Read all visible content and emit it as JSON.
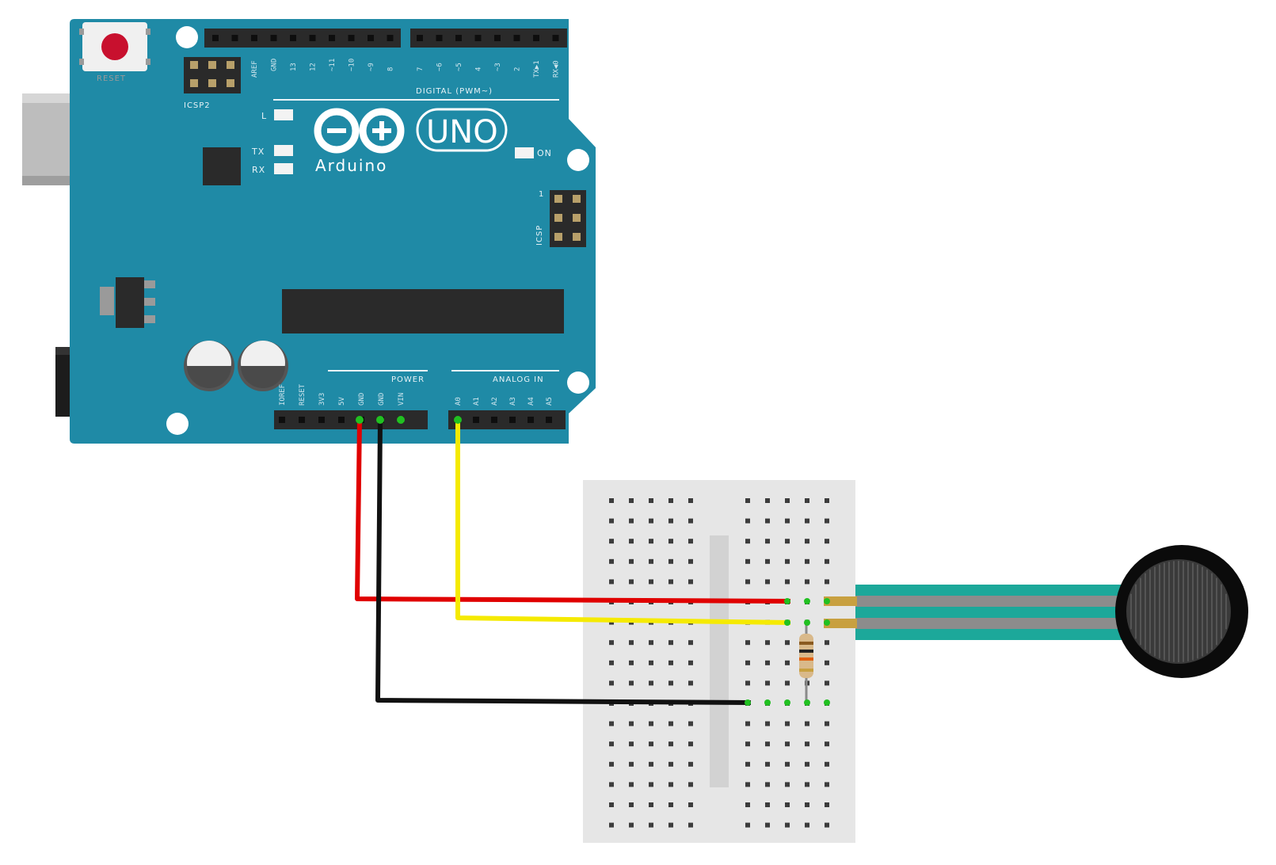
{
  "board": {
    "logo": "Arduino",
    "model": "UNO",
    "reset_label": "RESET",
    "icsp2_label": "ICSP2",
    "icsp_label": "ICSP",
    "icsp_pin1": "1",
    "led_l": "L",
    "led_tx": "TX",
    "led_rx": "RX",
    "led_on": "ON",
    "digital_header": "DIGITAL (PWM~)",
    "power_header": "POWER",
    "analog_header": "ANALOG IN",
    "digital_pins": [
      "AREF",
      "GND",
      "13",
      "12",
      "~11",
      "~10",
      "~9",
      "8",
      "7",
      "~6",
      "~5",
      "4",
      "~3",
      "2",
      "TX▶1",
      "RX◀0"
    ],
    "power_pins": [
      "IOREF",
      "RESET",
      "3V3",
      "5V",
      "GND",
      "GND",
      "VIN"
    ],
    "analog_pins": [
      "A0",
      "A1",
      "A2",
      "A3",
      "A4",
      "A5"
    ]
  },
  "colors": {
    "board": "#1f8aa6",
    "header": "#2a2a2a",
    "wire_power": "#e00000",
    "wire_ground": "#111111",
    "wire_signal": "#f5ea00",
    "sensor_lead": "#1ca89a",
    "breadboard": "#e6e6e6"
  },
  "components": [
    "arduino-uno",
    "breadboard",
    "resistor",
    "force-sensitive-resistor"
  ]
}
